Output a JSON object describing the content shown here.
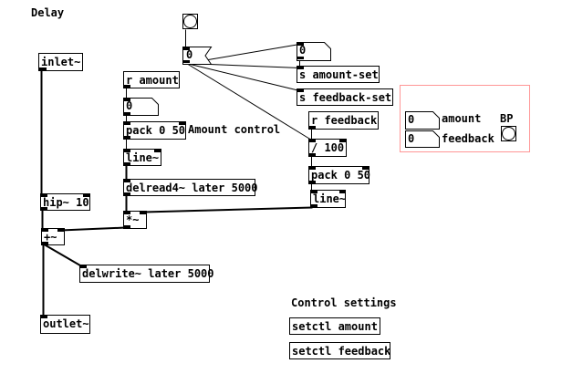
{
  "title_comment": "Delay",
  "comments": {
    "amount_control": "Amount control",
    "control_settings": "Control settings"
  },
  "objects": {
    "inlet": "inlet~",
    "r_amount": "r amount",
    "number_amount": "0",
    "pack_left": "pack 0 50",
    "line_left": "line~",
    "delread": "delread4~ later 5000",
    "mul": "*~",
    "hip": "hip~ 10",
    "plus": "+~",
    "delwrite": "delwrite~ later 5000",
    "outlet": "outlet~",
    "msg_init": "0",
    "number_top": "0",
    "s_amount_set": "s amount-set",
    "s_feedback_set": "s feedback-set",
    "r_feedback": "r feedback",
    "div_100": "/ 100",
    "pack_right": "pack 0 50",
    "line_right": "line~",
    "setctl_amount": "setctl amount",
    "setctl_feedback": "setctl feedback"
  },
  "gop": {
    "amount_value": "0",
    "amount_label": "amount",
    "bp_label": "BP",
    "feedback_value": "0",
    "feedback_label": "feedback",
    "border_color": "#ff9696"
  }
}
